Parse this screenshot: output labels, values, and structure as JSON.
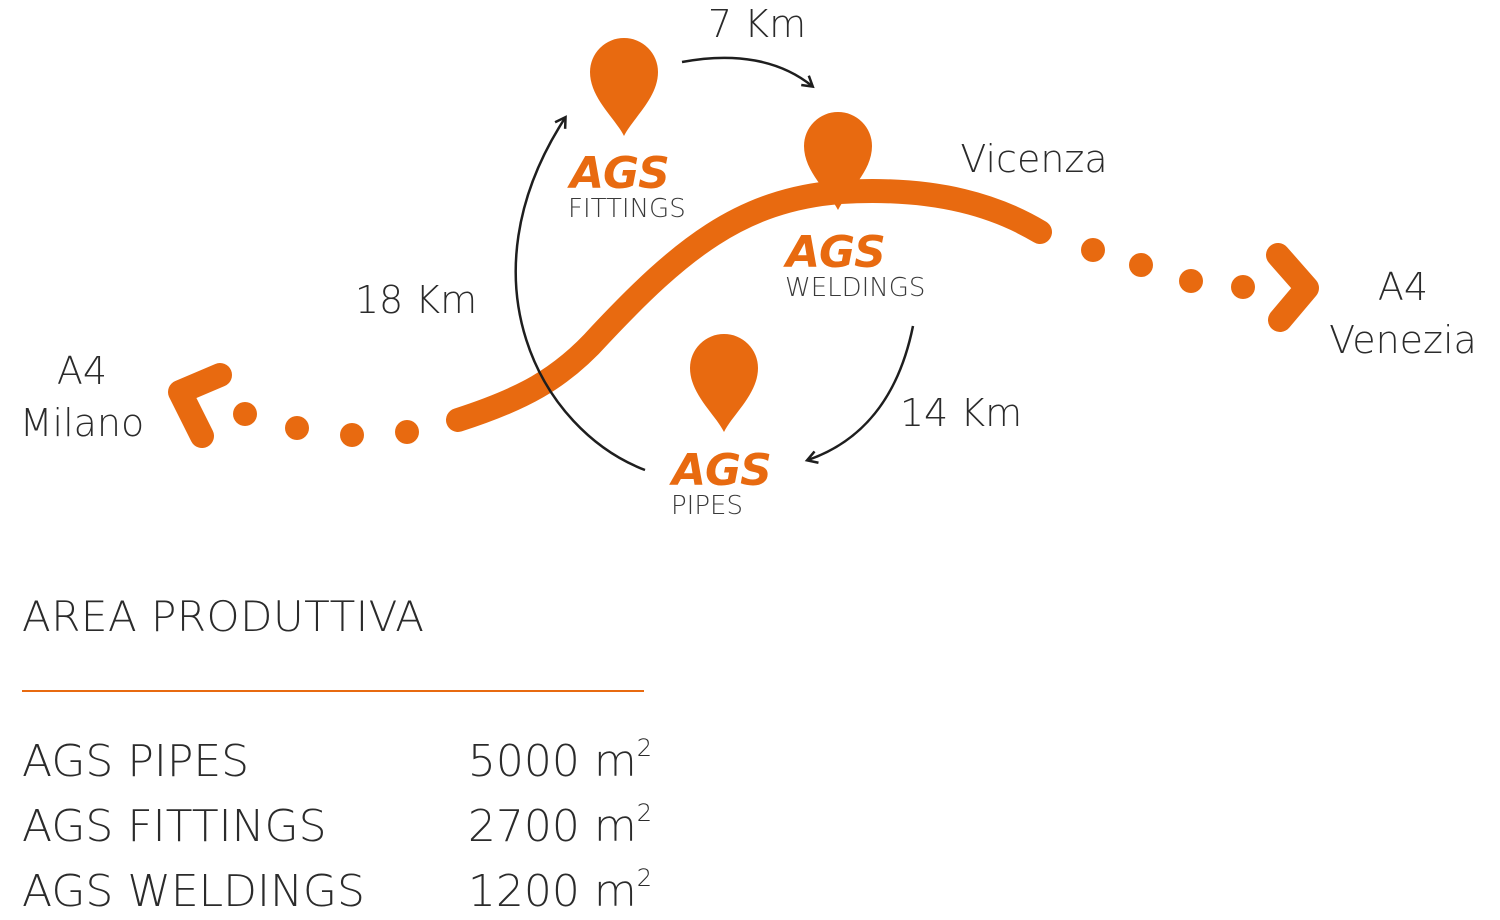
{
  "map": {
    "distances": {
      "fittings_to_weldings": "7 Km",
      "pipes_to_fittings": "18 Km",
      "weldings_to_pipes": "14 Km"
    },
    "city": "Vicenza",
    "west_exit": {
      "road": "A4",
      "city": "Milano"
    },
    "east_exit": {
      "road": "A4",
      "city": "Venezia"
    },
    "sites": {
      "fittings": {
        "logo": "AGS",
        "name": "FITTINGS"
      },
      "weldings": {
        "logo": "AGS",
        "name": "WELDINGS"
      },
      "pipes": {
        "logo": "AGS",
        "name": "PIPES"
      }
    },
    "colors": {
      "accent": "#e86a10",
      "arrow": "#1e1e1e",
      "text": "#2b2b2b"
    }
  },
  "area": {
    "title": "AREA PRODUTTIVA",
    "unit": "m",
    "unit_exp": "2",
    "rows": [
      {
        "name": "AGS PIPES",
        "value": "5000"
      },
      {
        "name": "AGS FITTINGS",
        "value": "2700"
      },
      {
        "name": "AGS WELDINGS",
        "value": "1200"
      }
    ]
  }
}
